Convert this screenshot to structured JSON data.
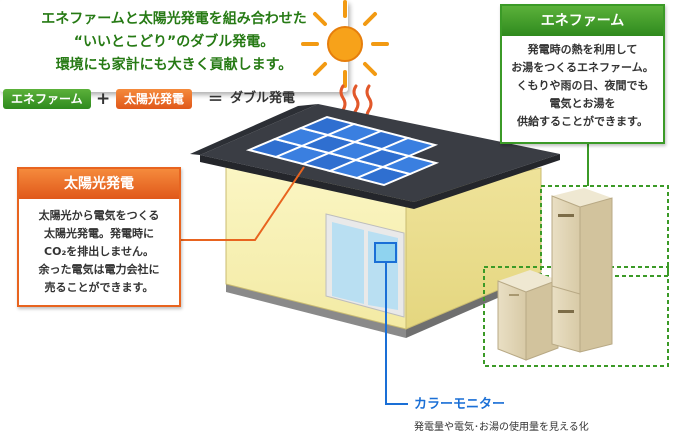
{
  "equation": {
    "enefarm": "エネファーム",
    "plus": "+",
    "solar": "太陽光発電",
    "equals": "＝",
    "result": "ダブル発電"
  },
  "solar_callout": {
    "title": "太陽光発電",
    "lines": [
      "太陽光から電気をつくる",
      "太陽光発電。発電時に",
      "CO₂を排出しません。",
      "余った電気は電力会社に",
      "売ることができます。"
    ]
  },
  "enefarm_callout": {
    "title": "エネファーム",
    "lines": [
      "発電時の熱を利用して",
      "お湯をつくるエネファーム。",
      "くもりや雨の日、夜間でも",
      "電気とお湯を",
      "供給することができます。"
    ]
  },
  "monitor_callout": {
    "title": "カラーモニター",
    "desc": "発電量や電気･お湯の使用量を見える化"
  },
  "summary": {
    "lines": [
      "エネファームと太陽光発電を組み合わせた",
      "“いいとこどり”のダブル発電。",
      "環境にも家計にも大きく貢献します。"
    ]
  },
  "colors": {
    "green": "#3b9a27",
    "orange": "#e8641f",
    "blue": "#1a6fd6",
    "wall": "#f7f1b8",
    "roof": "#3a3d44",
    "panel": "#2f6fd0",
    "sun": "#f08a10"
  }
}
